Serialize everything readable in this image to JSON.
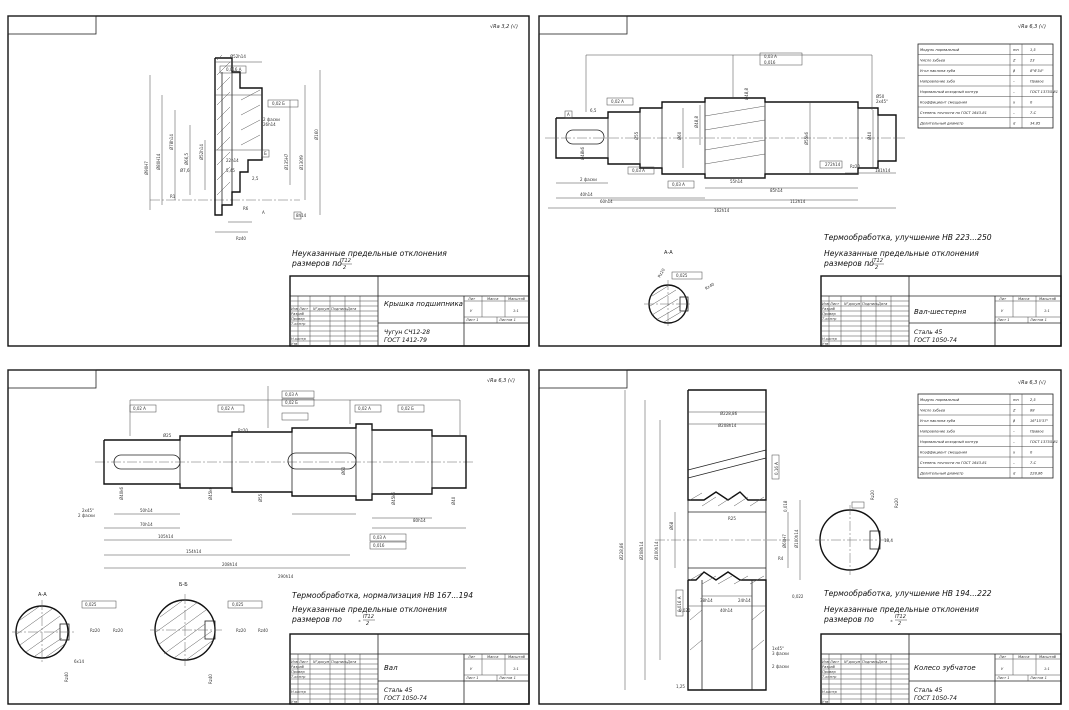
{
  "sheets": [
    {
      "id": "cover",
      "rough": "√Ra 3,2 (√)",
      "dims": [
        "Ø52h14",
        "0,016 A",
        "0,02 Б",
        "Ø160",
        "Ø130f9",
        "Ø135H7",
        "Ø90H7",
        "Ø80H14",
        "Ø78h14",
        "Ø66,5",
        "Ø52h14",
        "5x45°",
        "2 фаски",
        "26h14",
        "22h14",
        "5,45",
        "Ø7,6",
        "R1",
        "2,5",
        "R6",
        "A",
        "Б",
        "8h14",
        "Rz40"
      ],
      "notes": [
        "Неуказанные предельные отклонения",
        "размеров по"
      ],
      "tolerance": {
        "num": "IT12",
        "den": "2"
      },
      "title": "Крышка подшипника",
      "material": [
        "Чугун СЧ12-28",
        "ГОСТ 1412-79"
      ],
      "scale": "1:1"
    },
    {
      "id": "shaft-gear",
      "rough": "√Ra 6,3 (√)",
      "dims": [
        "0,03 A",
        "0,016",
        "0,02 A",
        "0,03 A",
        "0,03 A",
        "Ø48k6",
        "Ø48,8",
        "Ø60",
        "Ø55",
        "Ø40",
        "Ø55k6",
        "Ø50",
        "2x45°",
        "2 фаски",
        "40h14",
        "55h14",
        "60h14",
        "85h14",
        "112h14",
        "162h14",
        "181h14",
        "272h14",
        "38h14",
        "Rz20",
        "A",
        "6,5"
      ],
      "notes": [
        "Термообработка, улучшение НВ 223...250",
        "Неуказанные предельные отклонения",
        "размеров по"
      ],
      "tolerance": {
        "num": "IT12",
        "den": "2"
      },
      "section": {
        "label": "А-А",
        "dims": [
          "Rz20",
          "Rz40",
          "0,025"
        ]
      },
      "title": "Вал-шестерня",
      "material": [
        "Сталь 45",
        "ГОСТ 1050-74"
      ],
      "scale": "1:1",
      "table": [
        [
          "Модуль нормальный",
          "mn",
          "1,5"
        ],
        [
          "Число зубьев",
          "Z",
          "23"
        ],
        [
          "Угол наклона зуба",
          "β",
          "8°6'34\""
        ],
        [
          "Направление зуба",
          "–",
          "Правое"
        ],
        [
          "Нормальный исходный контур",
          "–",
          "ГОСТ 13755-81"
        ],
        [
          "Коэффициент смещения",
          "x",
          "0"
        ],
        [
          "Степень точности по ГОСТ 1643-81",
          "–",
          "7-С"
        ],
        [
          "Делительный диаметр",
          "d",
          "34,85"
        ]
      ]
    },
    {
      "id": "shaft",
      "rough": "√Ra 6,3 (√)",
      "dims": [
        "0,02 A",
        "0,02 A",
        "0,03 A",
        "0,02 Б",
        "0,02 A",
        "0,02 Б",
        "Ø25",
        "Ø40k6",
        "Ø45k6",
        "Ø55",
        "Ø60",
        "Ø45k6",
        "Ø40",
        "2x45°",
        "2 фаски",
        "50h14",
        "70h14",
        "80h14",
        "105h14",
        "154h14",
        "208h14",
        "290h14",
        "Rz20",
        "0,03 A",
        "0,016"
      ],
      "notes": [
        "Термообработка, нормализация НВ 167...194",
        "Неуказанные предельные отклонения",
        "размеров по"
      ],
      "tolerance": {
        "num": "IT12",
        "den": "2"
      },
      "sections": [
        {
          "label": "А-А",
          "dims": [
            "0,025",
            "Rz20",
            "Rz20",
            "6x14",
            "Rz40"
          ]
        },
        {
          "label": "Б-Б",
          "dims": [
            "0,025",
            "Rz20",
            "Rz40",
            "Rz40"
          ]
        }
      ],
      "title": "Вал",
      "material": [
        "Сталь 45",
        "ГОСТ 1050-74"
      ],
      "scale": "1:1"
    },
    {
      "id": "gear",
      "rough": "√Ra 6,3 (√)",
      "dims": [
        "0,16 A",
        "0,016 A",
        "Ø228,86",
        "Ø208h14",
        "Ø100h14",
        "Ø68",
        "Ø60H7",
        "R25",
        "R4",
        "1x45°",
        "3 фаски",
        "2 фаски",
        "0,020",
        "0,018",
        "0,022",
        "38h14",
        "24h14",
        "40h14",
        "1,25",
        "Ø60H7"
      ],
      "notes": [
        "Термообработка, улучшение НВ 194...222",
        "Неуказанные предельные отклонения",
        "размеров по"
      ],
      "tolerance": {
        "num": "IT12",
        "den": "2"
      },
      "section_dims": [
        "Rz20",
        "18,4",
        "Rz20"
      ],
      "title": "Колесо зубчатое",
      "material": [
        "Сталь 45",
        "ГОСТ 1050-74"
      ],
      "scale": "1:1",
      "table": [
        [
          "Модуль нормальный",
          "mn",
          "2,5"
        ],
        [
          "Число зубьев",
          "Z",
          "88"
        ],
        [
          "Угол наклона зуба",
          "β",
          "16°15'37\""
        ],
        [
          "Направление зуба",
          "–",
          "Правое"
        ],
        [
          "Нормальный исходный контур",
          "–",
          "ГОСТ 13755-81"
        ],
        [
          "Коэффициент смещения",
          "x",
          "0"
        ],
        [
          "Степень точности по ГОСТ 1643-81",
          "–",
          "7-С"
        ],
        [
          "Делительный диаметр",
          "d",
          "228,86"
        ]
      ]
    }
  ],
  "titleblock_labels": {
    "izm": "Изм",
    "list": "Лист",
    "ndok": "N°докум",
    "podp": "Подпись",
    "data": "Дата",
    "razrab": "Разраб",
    "prov": "Провер",
    "tkontr": "Т.контр",
    "nkontr": "Н.контр",
    "utv": "Утв",
    "lit": "Лит",
    "massa": "Масса",
    "masshtab": "Масштаб",
    "list1": "Лист 1",
    "listov1": "Листов 1",
    "u": "У"
  }
}
